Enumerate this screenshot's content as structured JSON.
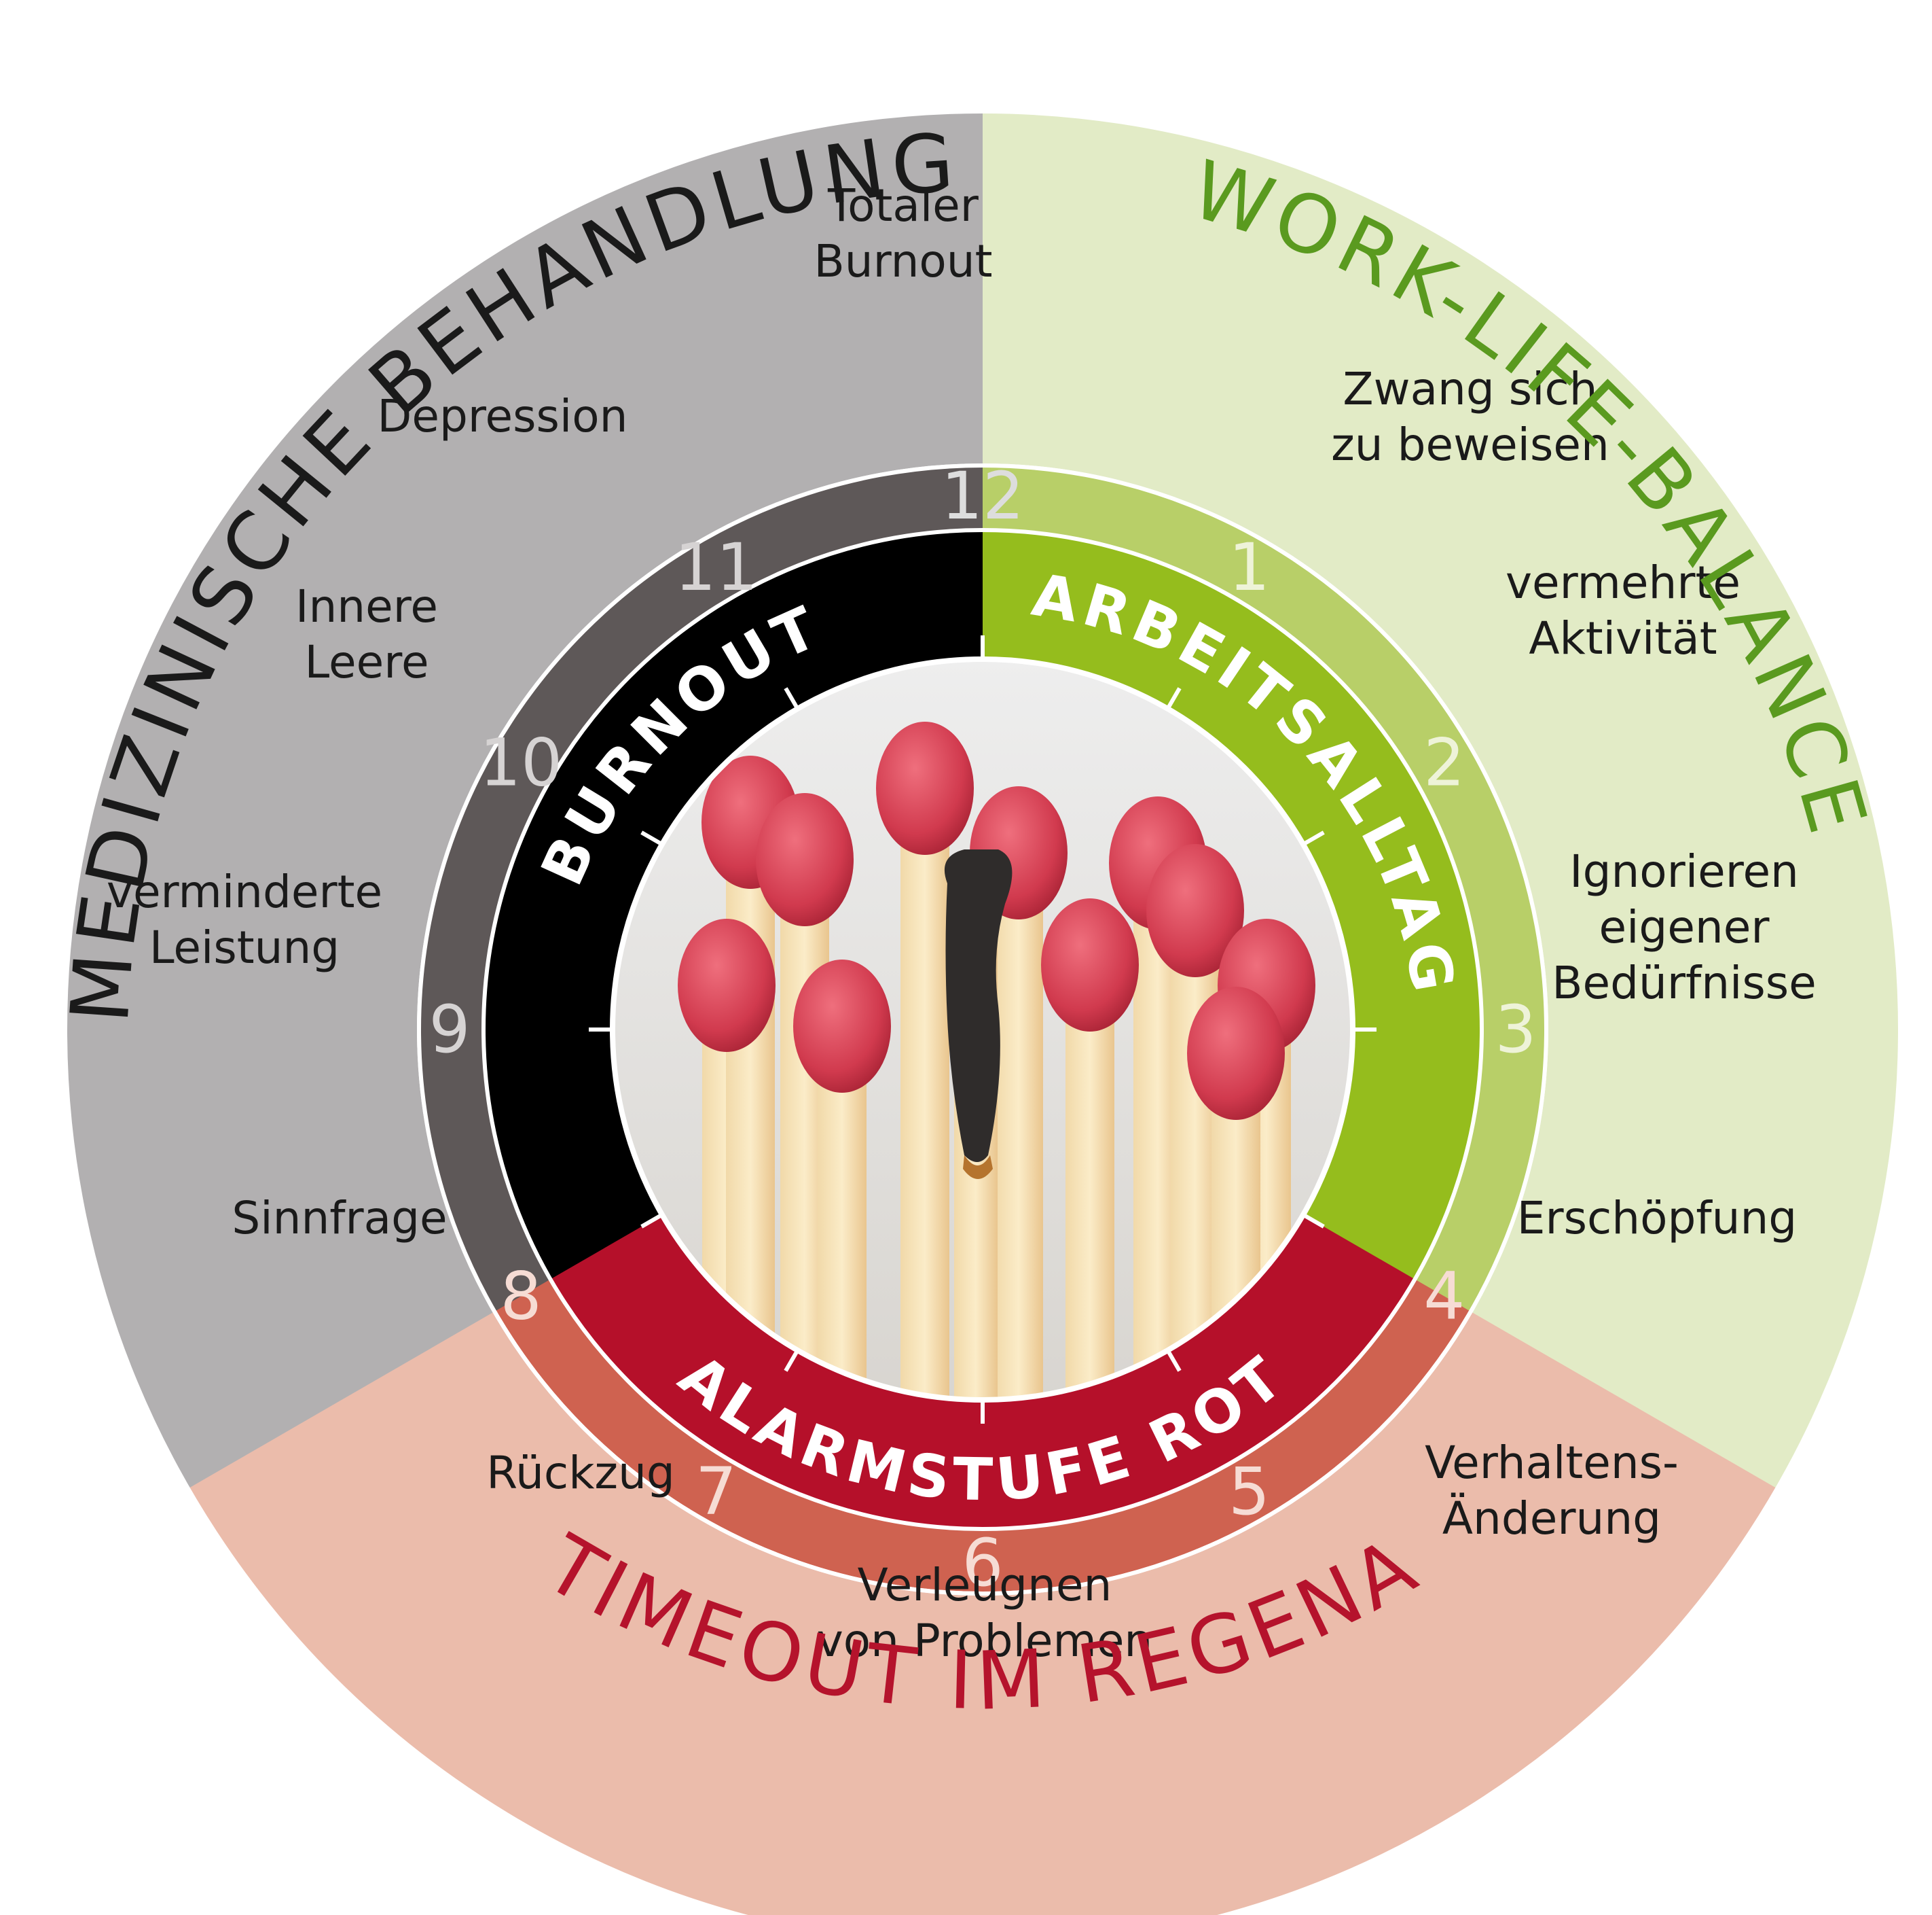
{
  "titles": {
    "medical": "MEDIZINISCHE BEHANDLUNG",
    "balance": "WORK-LIFE-BALANCE",
    "timeout": "TIMEOUT IM REGENA"
  },
  "ring_labels": {
    "burnout": "BURNOUT",
    "arbeitsalltag": "ARBEITSALLTAG",
    "alarm": "ALARMSTUFE ROT"
  },
  "hours": [
    "12",
    "1",
    "2",
    "3",
    "4",
    "5",
    "6",
    "7",
    "8",
    "9",
    "10",
    "11"
  ],
  "stages": {
    "s12": [
      "Totaler",
      "Burnout"
    ],
    "s1": [
      "Zwang sich",
      "zu beweisen"
    ],
    "s2": [
      "vermehrte",
      "Aktivität"
    ],
    "s3": [
      "Ignorieren",
      "eigener",
      "Bedürfnisse"
    ],
    "s4": [
      "Erschöpfung"
    ],
    "s5": [
      "Verhaltens-",
      "Änderung"
    ],
    "s6": [
      "Verleugnen",
      "von Problemen"
    ],
    "s7": [
      "Rückzug"
    ],
    "s8": [
      "Sinnfrage"
    ],
    "s9": [
      "verminderte",
      "Leistung"
    ],
    "s10": [
      "Innere",
      "Leere"
    ],
    "s11": [
      "Depression"
    ]
  },
  "colors": {
    "grey_outer": "#b2b0b1",
    "green_outer": "#e2ebc6",
    "pink_outer": "#ebbcab",
    "green_title": "#5a9a1f",
    "red_title": "#b5132c",
    "dark_title": "#1a1a1a",
    "ring_dark": "#5e5858",
    "ring_green": "#b8cf68",
    "ring_red": "#cf6250",
    "inner_black": "#000000",
    "inner_green": "#95bd1d",
    "inner_red": "#b5102a"
  },
  "image": {
    "subject": "matches-one-burnt"
  }
}
